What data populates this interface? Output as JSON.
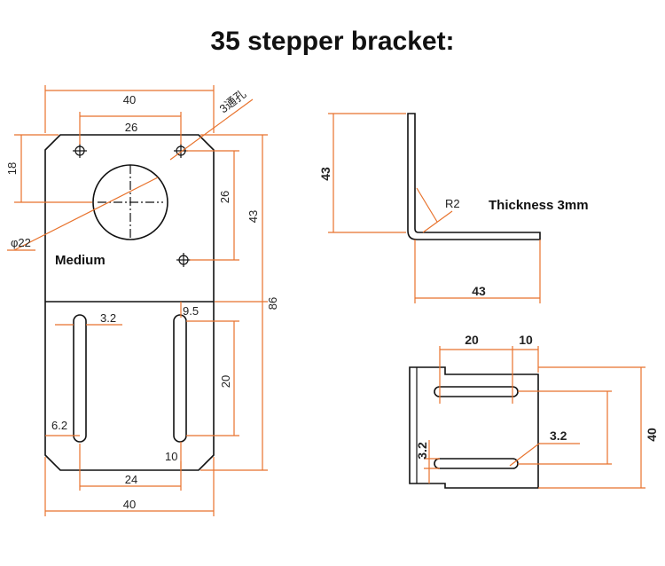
{
  "title": "35 stepper bracket:",
  "front_view": {
    "width_top": "40",
    "hole_spacing": "26",
    "hole_note": "3通孔",
    "top_offset": "18",
    "hole_vertical": "26",
    "motor_height": "43",
    "total_height": "86",
    "center_hole": "φ22",
    "center_label": "Medium",
    "slot_gap": "9.5",
    "slot_width": "3.2",
    "slot_length": "20",
    "slot_offset": "6.2",
    "slot_bottom": "10",
    "slot_spacing": "24",
    "width_bottom": "40"
  },
  "side_view": {
    "height": "43",
    "bend_radius": "R2",
    "thickness": "Thickness 3mm",
    "base_length": "43"
  },
  "bottom_view": {
    "dim_a": "20",
    "dim_b": "10",
    "slot_width": "3.2",
    "slot_width_left": "3.2",
    "height": "40"
  },
  "colors": {
    "dimension": "#e8722c",
    "outline": "#111111"
  }
}
